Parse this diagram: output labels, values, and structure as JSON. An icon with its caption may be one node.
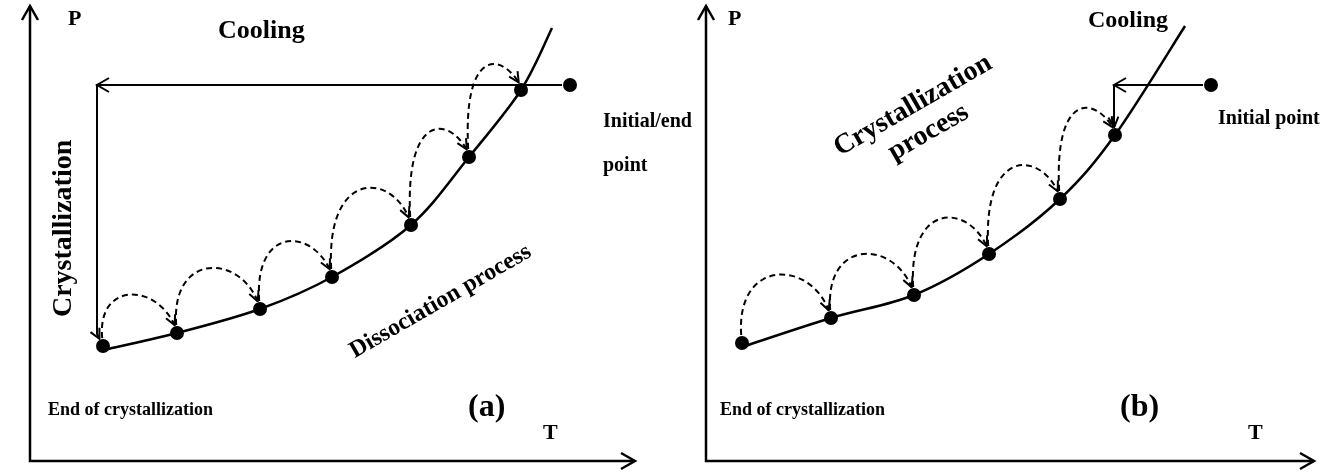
{
  "diagram": {
    "nodes": [
      {
        "text": [],
        "shape": "circle"
      },
      {
        "text": [],
        "shape": "circle"
      },
      {
        "text": [],
        "shape": "circle"
      },
      {
        "text": [],
        "shape": "circle"
      },
      {
        "text": [],
        "shape": "circle"
      },
      {
        "text": [],
        "shape": "circle"
      },
      {
        "text": [],
        "shape": "circle"
      },
      {
        "text": [],
        "shape": "circle",
        "beside": [
          "Initial/end point"
        ]
      },
      {
        "text": [],
        "shape": "circle"
      },
      {
        "text": [],
        "shape": "circle"
      },
      {
        "text": [],
        "shape": "circle"
      },
      {
        "text": [],
        "shape": "circle"
      },
      {
        "text": [],
        "shape": "circle"
      },
      {
        "text": [],
        "shape": "circle"
      },
      {
        "text": [],
        "shape": "circle",
        "beside": [
          "Initial point"
        ]
      }
    ],
    "edges": [
      {
        "from": 7,
        "to": 0,
        "arrow": "to"
      },
      {
        "from": 0,
        "to": 1,
        "arrow": "to",
        "style": "dashed"
      },
      {
        "from": 1,
        "to": 2,
        "arrow": "to",
        "style": "dashed"
      },
      {
        "from": 2,
        "to": 3,
        "arrow": "to",
        "style": "dashed"
      },
      {
        "from": 3,
        "to": 4,
        "arrow": "to",
        "style": "dashed"
      },
      {
        "from": 4,
        "to": 5,
        "arrow": "to",
        "style": "dashed"
      },
      {
        "from": 5,
        "to": 6,
        "arrow": "to",
        "style": "dashed"
      },
      {
        "from": 14,
        "to": 13,
        "arrow": "to"
      },
      {
        "from": 8,
        "to": 9,
        "arrow": "to",
        "style": "dashed"
      },
      {
        "from": 9,
        "to": 10,
        "arrow": "to",
        "style": "dashed"
      },
      {
        "from": 10,
        "to": 11,
        "arrow": "to",
        "style": "dashed"
      },
      {
        "from": 11,
        "to": 12,
        "arrow": "to",
        "style": "dashed"
      },
      {
        "from": 12,
        "to": 13,
        "arrow": "to",
        "style": "dashed"
      }
    ],
    "labels": [
      "P",
      "Cooling",
      "Crystallization",
      "Dissociation process",
      "End of crystallization",
      "(a)",
      "T",
      "P",
      "Cooling",
      "Crystallization process",
      "End of crystallization",
      "(b)",
      "T"
    ]
  }
}
